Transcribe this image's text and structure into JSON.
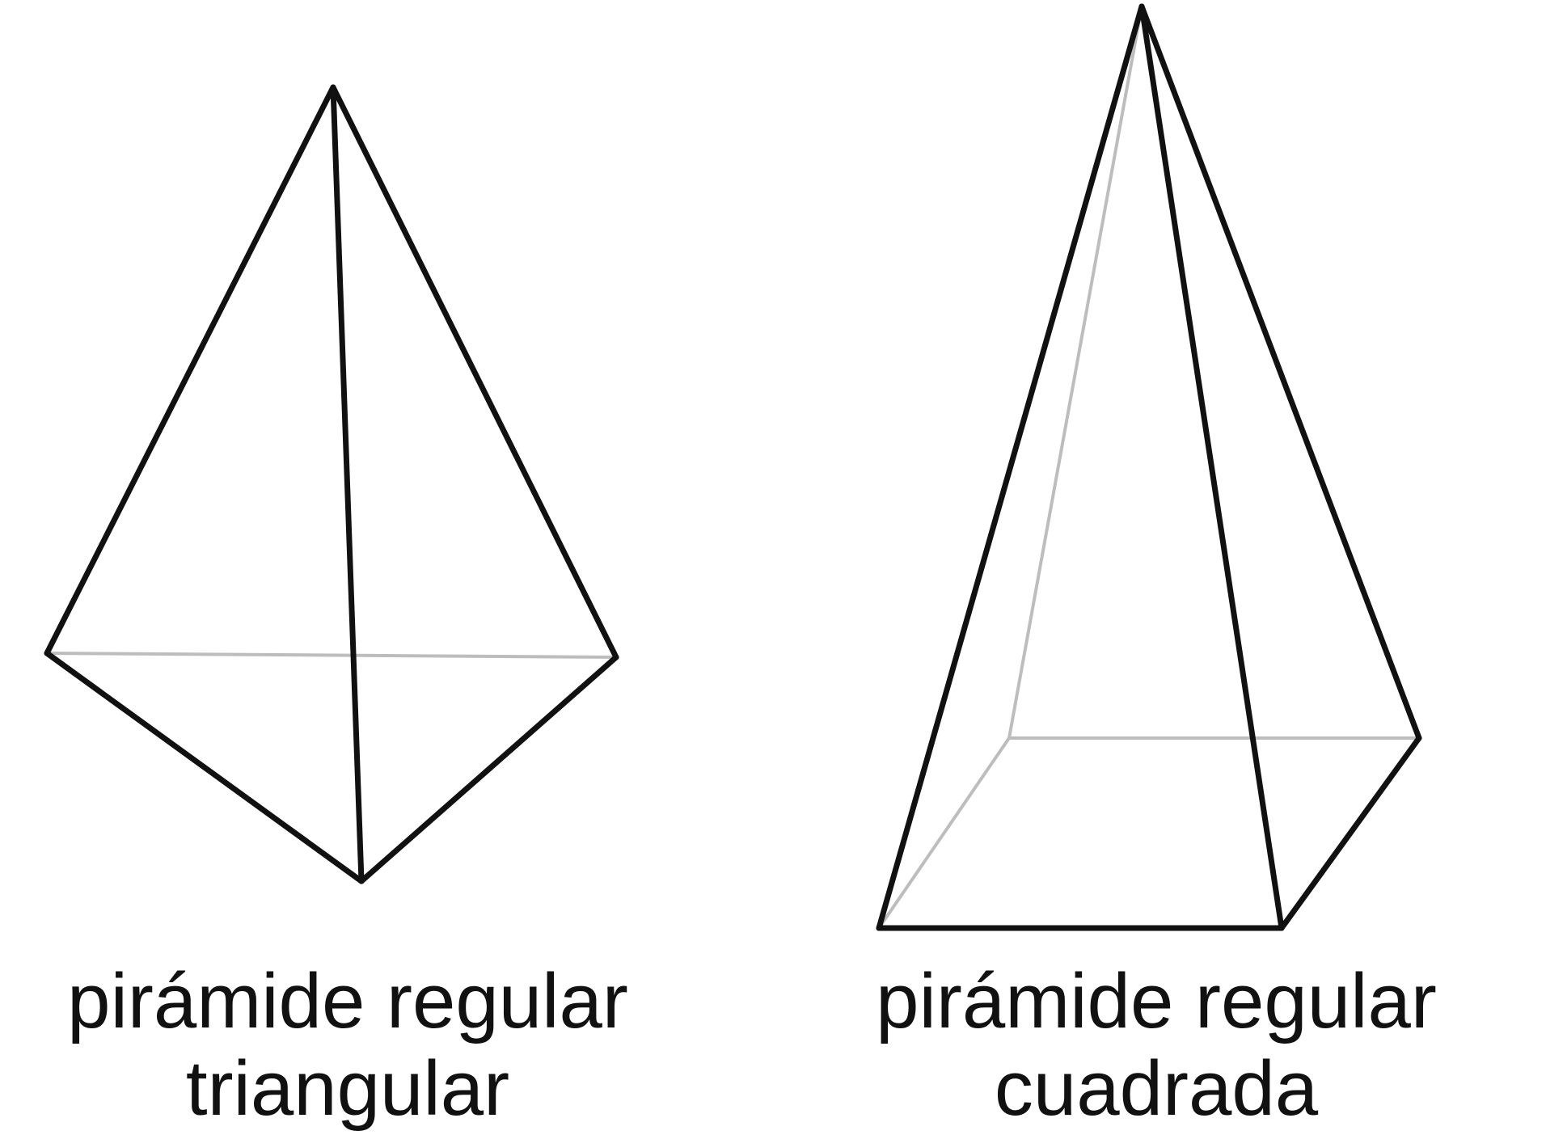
{
  "figures": [
    {
      "name": "triangular-pyramid",
      "caption_line1": "pirámide regular",
      "caption_line2": "triangular"
    },
    {
      "name": "square-pyramid",
      "caption_line1": "pirámide regular",
      "caption_line2": "cuadrada"
    }
  ],
  "colors": {
    "visible_edge": "#111111",
    "hidden_edge": "#bdbdbd",
    "background": "#ffffff"
  }
}
